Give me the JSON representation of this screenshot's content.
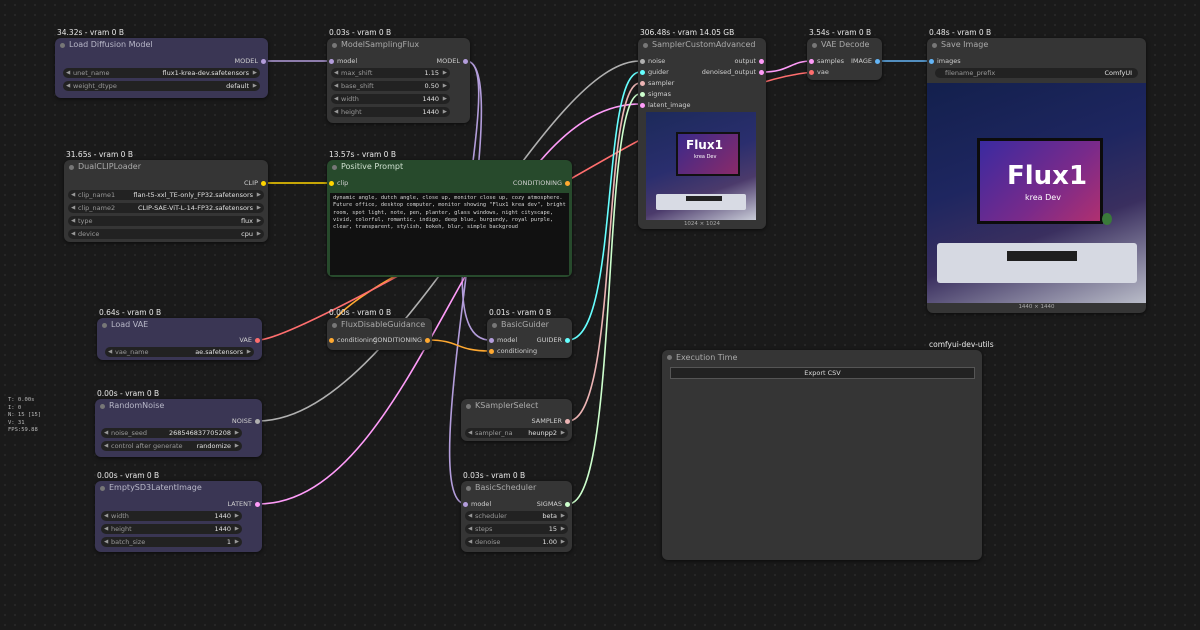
{
  "colors": {
    "model": "#b39ddb",
    "clip": "#ffd500",
    "conditioning": "#ffa931",
    "vae": "#ff6e6e",
    "latent": "#ff9cf9",
    "noise": "#b0b0b0",
    "sampler": "#ecb4b4",
    "sigmas": "#cdffcd",
    "guider": "#66ffff",
    "image": "#64b5f6"
  },
  "stats": [
    "T: 0.00s",
    "I: 0",
    "N: 15 [15]",
    "V: 31",
    "FPS:59.88"
  ],
  "nodes": {
    "load_diffusion": {
      "timing": "34.32s - vram 0 B",
      "title": "Load Diffusion Model",
      "out": "MODEL",
      "w1_label": "unet_name",
      "w1_value": "flux1-krea-dev.safetensors",
      "w2_label": "weight_dtype",
      "w2_value": "default"
    },
    "model_sampling": {
      "timing": "0.03s - vram 0 B",
      "title": "ModelSamplingFlux",
      "in": "model",
      "out": "MODEL",
      "w1_label": "max_shift",
      "w1_value": "1.15",
      "w2_label": "base_shift",
      "w2_value": "0.50",
      "w3_label": "width",
      "w3_value": "1440",
      "w4_label": "height",
      "w4_value": "1440"
    },
    "dual_clip": {
      "timing": "31.65s - vram 0 B",
      "title": "DualCLIPLoader",
      "out": "CLIP",
      "w1_label": "clip_name1",
      "w1_value": "flan-t5-xxl_TE-only_FP32.safetensors",
      "w2_label": "clip_name2",
      "w2_value": "CLIP-SAE-ViT-L-14-FP32.safetensors",
      "w3_label": "type",
      "w3_value": "flux",
      "w4_label": "device",
      "w4_value": "cpu"
    },
    "positive_prompt": {
      "timing": "13.57s - vram 0 B",
      "title": "Positive Prompt",
      "in": "clip",
      "out": "CONDITIONING",
      "text": "dynamic angle, dutch angle, close up, monitor close up, cozy atmosphere. Future office, desktop computer, monitor showing \"Flux1 krea dev\", bright room, spot light, note, pen, planter, glass windows, night cityscape, vivid, colorful, romantic, indigo, deep blue, burgundy, royal purple, clear, transparent, stylish, bokeh, blur, simple backgroud"
    },
    "load_vae": {
      "timing": "0.64s - vram 0 B",
      "title": "Load VAE",
      "out": "VAE",
      "w1_label": "vae_name",
      "w1_value": "ae.safetensors"
    },
    "flux_disable": {
      "timing": "0.00s - vram 0 B",
      "title": "FluxDisableGuidance",
      "in": "conditioning",
      "out": "CONDITIONING"
    },
    "basic_guider": {
      "timing": "0.01s - vram 0 B",
      "title": "BasicGuider",
      "in1": "model",
      "in2": "conditioning",
      "out": "GUIDER"
    },
    "random_noise": {
      "timing": "0.00s - vram 0 B",
      "title": "RandomNoise",
      "out": "NOISE",
      "w1_label": "noise_seed",
      "w1_value": "268546837705208",
      "w2_label": "control after generate",
      "w2_value": "randomize"
    },
    "ksampler_select": {
      "title": "KSamplerSelect",
      "out": "SAMPLER",
      "w1_label": "sampler_na",
      "w1_value": "heunpp2"
    },
    "empty_latent": {
      "timing": "0.00s - vram 0 B",
      "title": "EmptySD3LatentImage",
      "out": "LATENT",
      "w1_label": "width",
      "w1_value": "1440",
      "w2_label": "height",
      "w2_value": "1440",
      "w3_label": "batch_size",
      "w3_value": "1"
    },
    "basic_scheduler": {
      "timing": "0.03s - vram 0 B",
      "title": "BasicScheduler",
      "in": "model",
      "out": "SIGMAS",
      "w1_label": "scheduler",
      "w1_value": "beta",
      "w2_label": "steps",
      "w2_value": "15",
      "w3_label": "denoise",
      "w3_value": "1.00"
    },
    "sampler_custom": {
      "timing": "306.48s - vram 14.05 GB",
      "title": "SamplerCustomAdvanced",
      "in1": "noise",
      "in2": "guider",
      "in3": "sampler",
      "in4": "sigmas",
      "in5": "latent_image",
      "out1": "output",
      "out2": "denoised_output",
      "preview_caption": "1024 × 1024",
      "preview_text1": "Flux1",
      "preview_text2": "krea Dev"
    },
    "vae_decode": {
      "timing": "3.54s - vram 0 B",
      "title": "VAE Decode",
      "in1": "samples",
      "in2": "vae",
      "out": "IMAGE"
    },
    "save_image": {
      "timing": "0.48s - vram 0 B",
      "title": "Save Image",
      "in": "images",
      "w1_label": "filename_prefix",
      "w1_value": "ComfyUI",
      "preview_caption": "1440 × 1440",
      "preview_text1": "Flux1",
      "preview_text2": "krea Dev"
    },
    "execution_time": {
      "group_label": "comfyui-dev-utils",
      "title": "Execution Time",
      "button": "Export CSV"
    }
  }
}
